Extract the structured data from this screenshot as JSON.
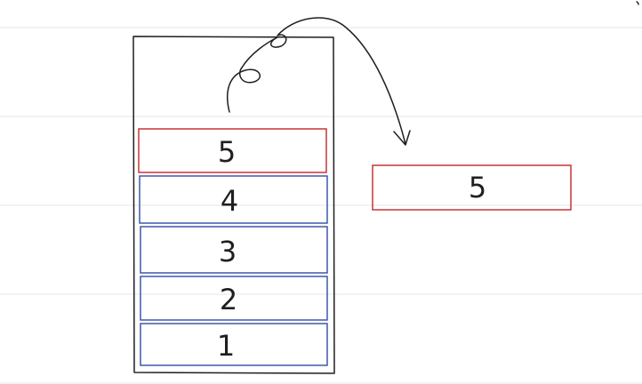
{
  "colors": {
    "background": "#ffffff",
    "ruled_line": "#e6e6e6",
    "ink": "#1f1f1f",
    "popped_border": "#c3262c",
    "stack_border": "#2f4ea2"
  },
  "stack": {
    "items": [
      {
        "label": "5",
        "state": "top"
      },
      {
        "label": "4",
        "state": "normal"
      },
      {
        "label": "3",
        "state": "normal"
      },
      {
        "label": "2",
        "state": "normal"
      },
      {
        "label": "1",
        "state": "normal"
      }
    ]
  },
  "popped": {
    "label": "5"
  }
}
